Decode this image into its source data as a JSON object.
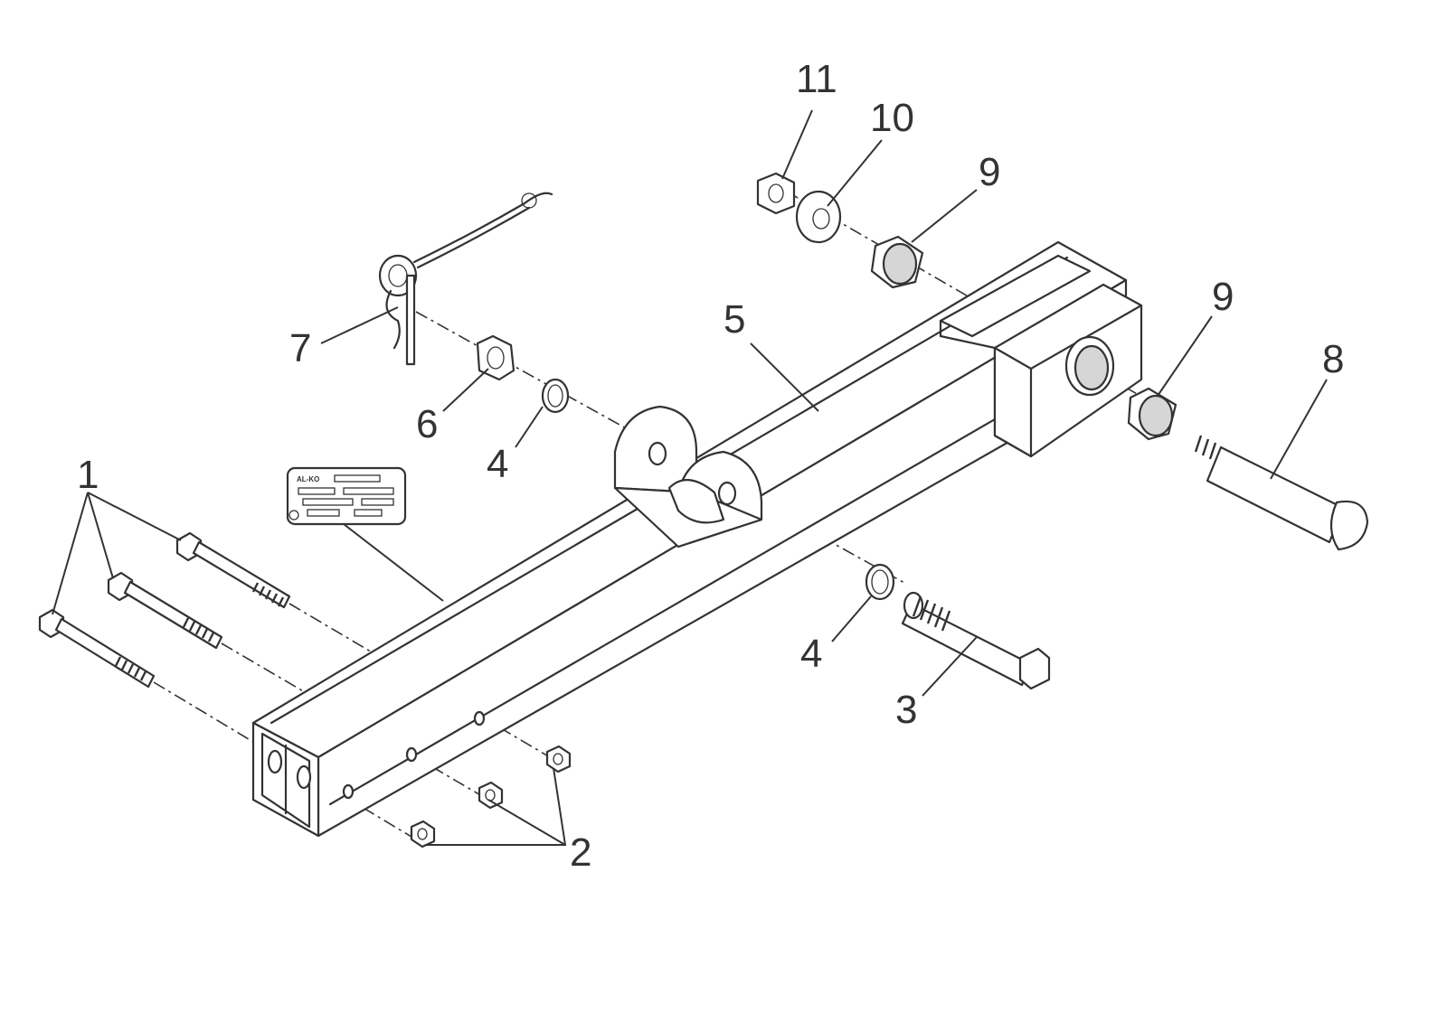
{
  "diagram": {
    "part_numbers": {
      "p1": "1",
      "p2": "2",
      "p3": "3",
      "p4a": "4",
      "p4b": "4",
      "p5": "5",
      "p6": "6",
      "p7": "7",
      "p8": "8",
      "p9a": "9",
      "p9b": "9",
      "p10": "10",
      "p11": "11"
    },
    "plate_brand": "AL-KO"
  }
}
